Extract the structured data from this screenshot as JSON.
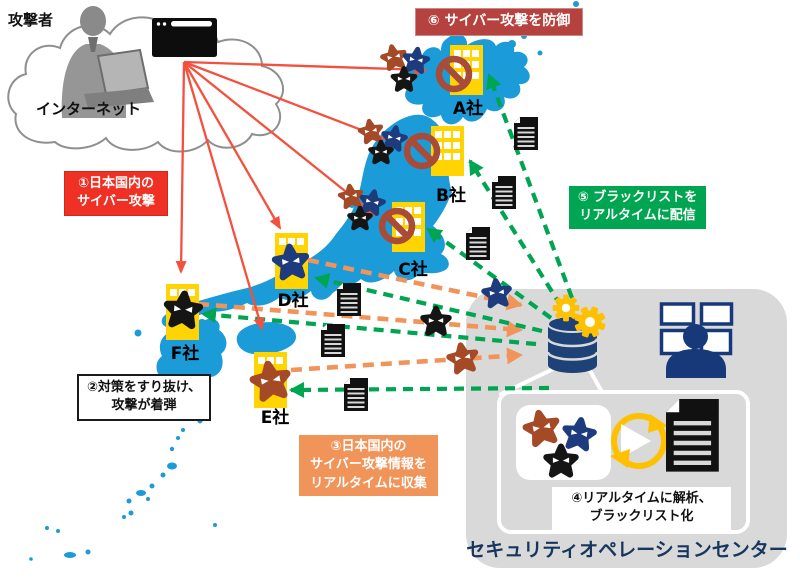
{
  "labels": {
    "attacker": "攻撃者",
    "internet": "インターネット",
    "soc_title": "セキュリティオペレーションセンター"
  },
  "steps": [
    {
      "text": "①日本国内の\nサイバー攻撃"
    },
    {
      "text": "②対策をすり抜け、\n攻撃が着弾"
    },
    {
      "text": "③日本国内の\nサイバー攻撃情報を\nリアルタイムに収集"
    },
    {
      "text": "④リアルタイムに解析、\nブラックリスト化"
    },
    {
      "text": "⑤ ブラックリストを\nリアルタイムに配信"
    },
    {
      "text": "⑥ サイバー攻撃を防御"
    }
  ],
  "companies": [
    {
      "label": "A社"
    },
    {
      "label": "B社"
    },
    {
      "label": "C社"
    },
    {
      "label": "D社"
    },
    {
      "label": "F社"
    },
    {
      "label": "E社"
    }
  ],
  "icons": [
    "attacker-silhouette-icon",
    "laptop-icon",
    "browser-window-icon",
    "cloud-icon",
    "japan-map",
    "malware-star-icon",
    "document-icon",
    "building-icon",
    "no-entry-icon",
    "database-icon",
    "gear-icon",
    "operator-monitors-icon",
    "refresh-arrows-icon"
  ],
  "colors": {
    "map_blue": "#1B9BD8",
    "attack_red_line": "#F4503E",
    "step1_red": "#EE3124",
    "step3_orange": "#F0945A",
    "step5_green": "#00A551",
    "step6_maroon": "#B5423E",
    "building_yellow": "#FFD400",
    "no_entry_brick": "#A94B39",
    "malware_brown": "#A44A27",
    "malware_navy": "#1E3B7D",
    "malware_black": "#151515",
    "icon_navy": "#1E4278",
    "soc_gray": "#D9D9D9",
    "gear_yellow": "#FFC000",
    "title_navy": "#17365D"
  }
}
